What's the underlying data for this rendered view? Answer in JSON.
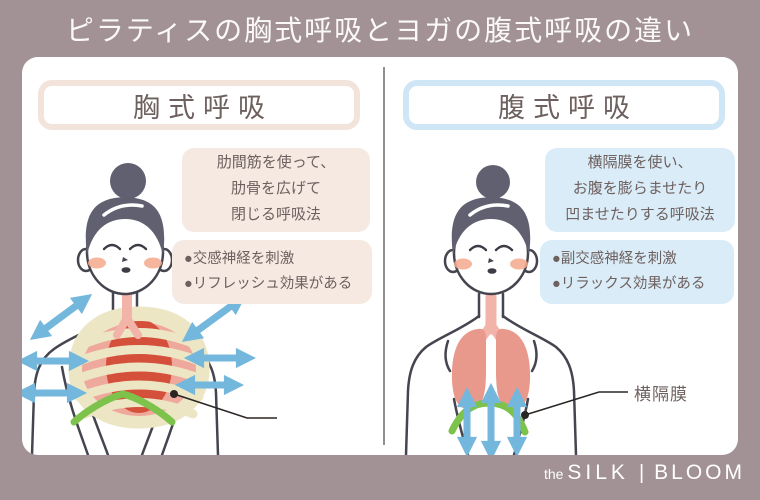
{
  "title": "ピラティスの胸式呼吸とヨガの腹式呼吸の違い",
  "left_panel": {
    "heading": "胸式呼吸",
    "description_lines": [
      "肋間筋を使って、",
      "肋骨を広げて",
      "閉じる呼吸法"
    ],
    "effects": [
      "●交感神経を刺激",
      "●リフレッシュ効果がある"
    ]
  },
  "right_panel": {
    "heading": "腹式呼吸",
    "description_lines": [
      "横隔膜を使い、",
      "お腹を膨らませたり",
      "凹ませたりする呼吸法"
    ],
    "effects": [
      "●副交感神経を刺激",
      "●リラックス効果がある"
    ],
    "diaphragm_label": "横隔膜"
  },
  "footer": {
    "brand_prefix": "the",
    "brand_name": "SILK",
    "separator": "|",
    "brand_suffix": "BLOOM"
  },
  "colors": {
    "background": "#a29295",
    "panel": "#ffffff",
    "heading_text": "#6d605e",
    "body_text": "#6d605e",
    "beige_box": "#f5e9e2",
    "beige_border": "#f3e4db",
    "blue_box": "#daecf8",
    "blue_border": "#cfe6f6",
    "divider": "#8f8f8f",
    "arrow_blue": "#74b7dc",
    "diaphragm_green": "#7cc24b",
    "rib_red": "#d5503b",
    "rib_cream": "#ece6c5",
    "lung_pink": "#e8998c",
    "hair": "#616070",
    "outline": "#45454f",
    "footer_text": "#ffffff"
  }
}
